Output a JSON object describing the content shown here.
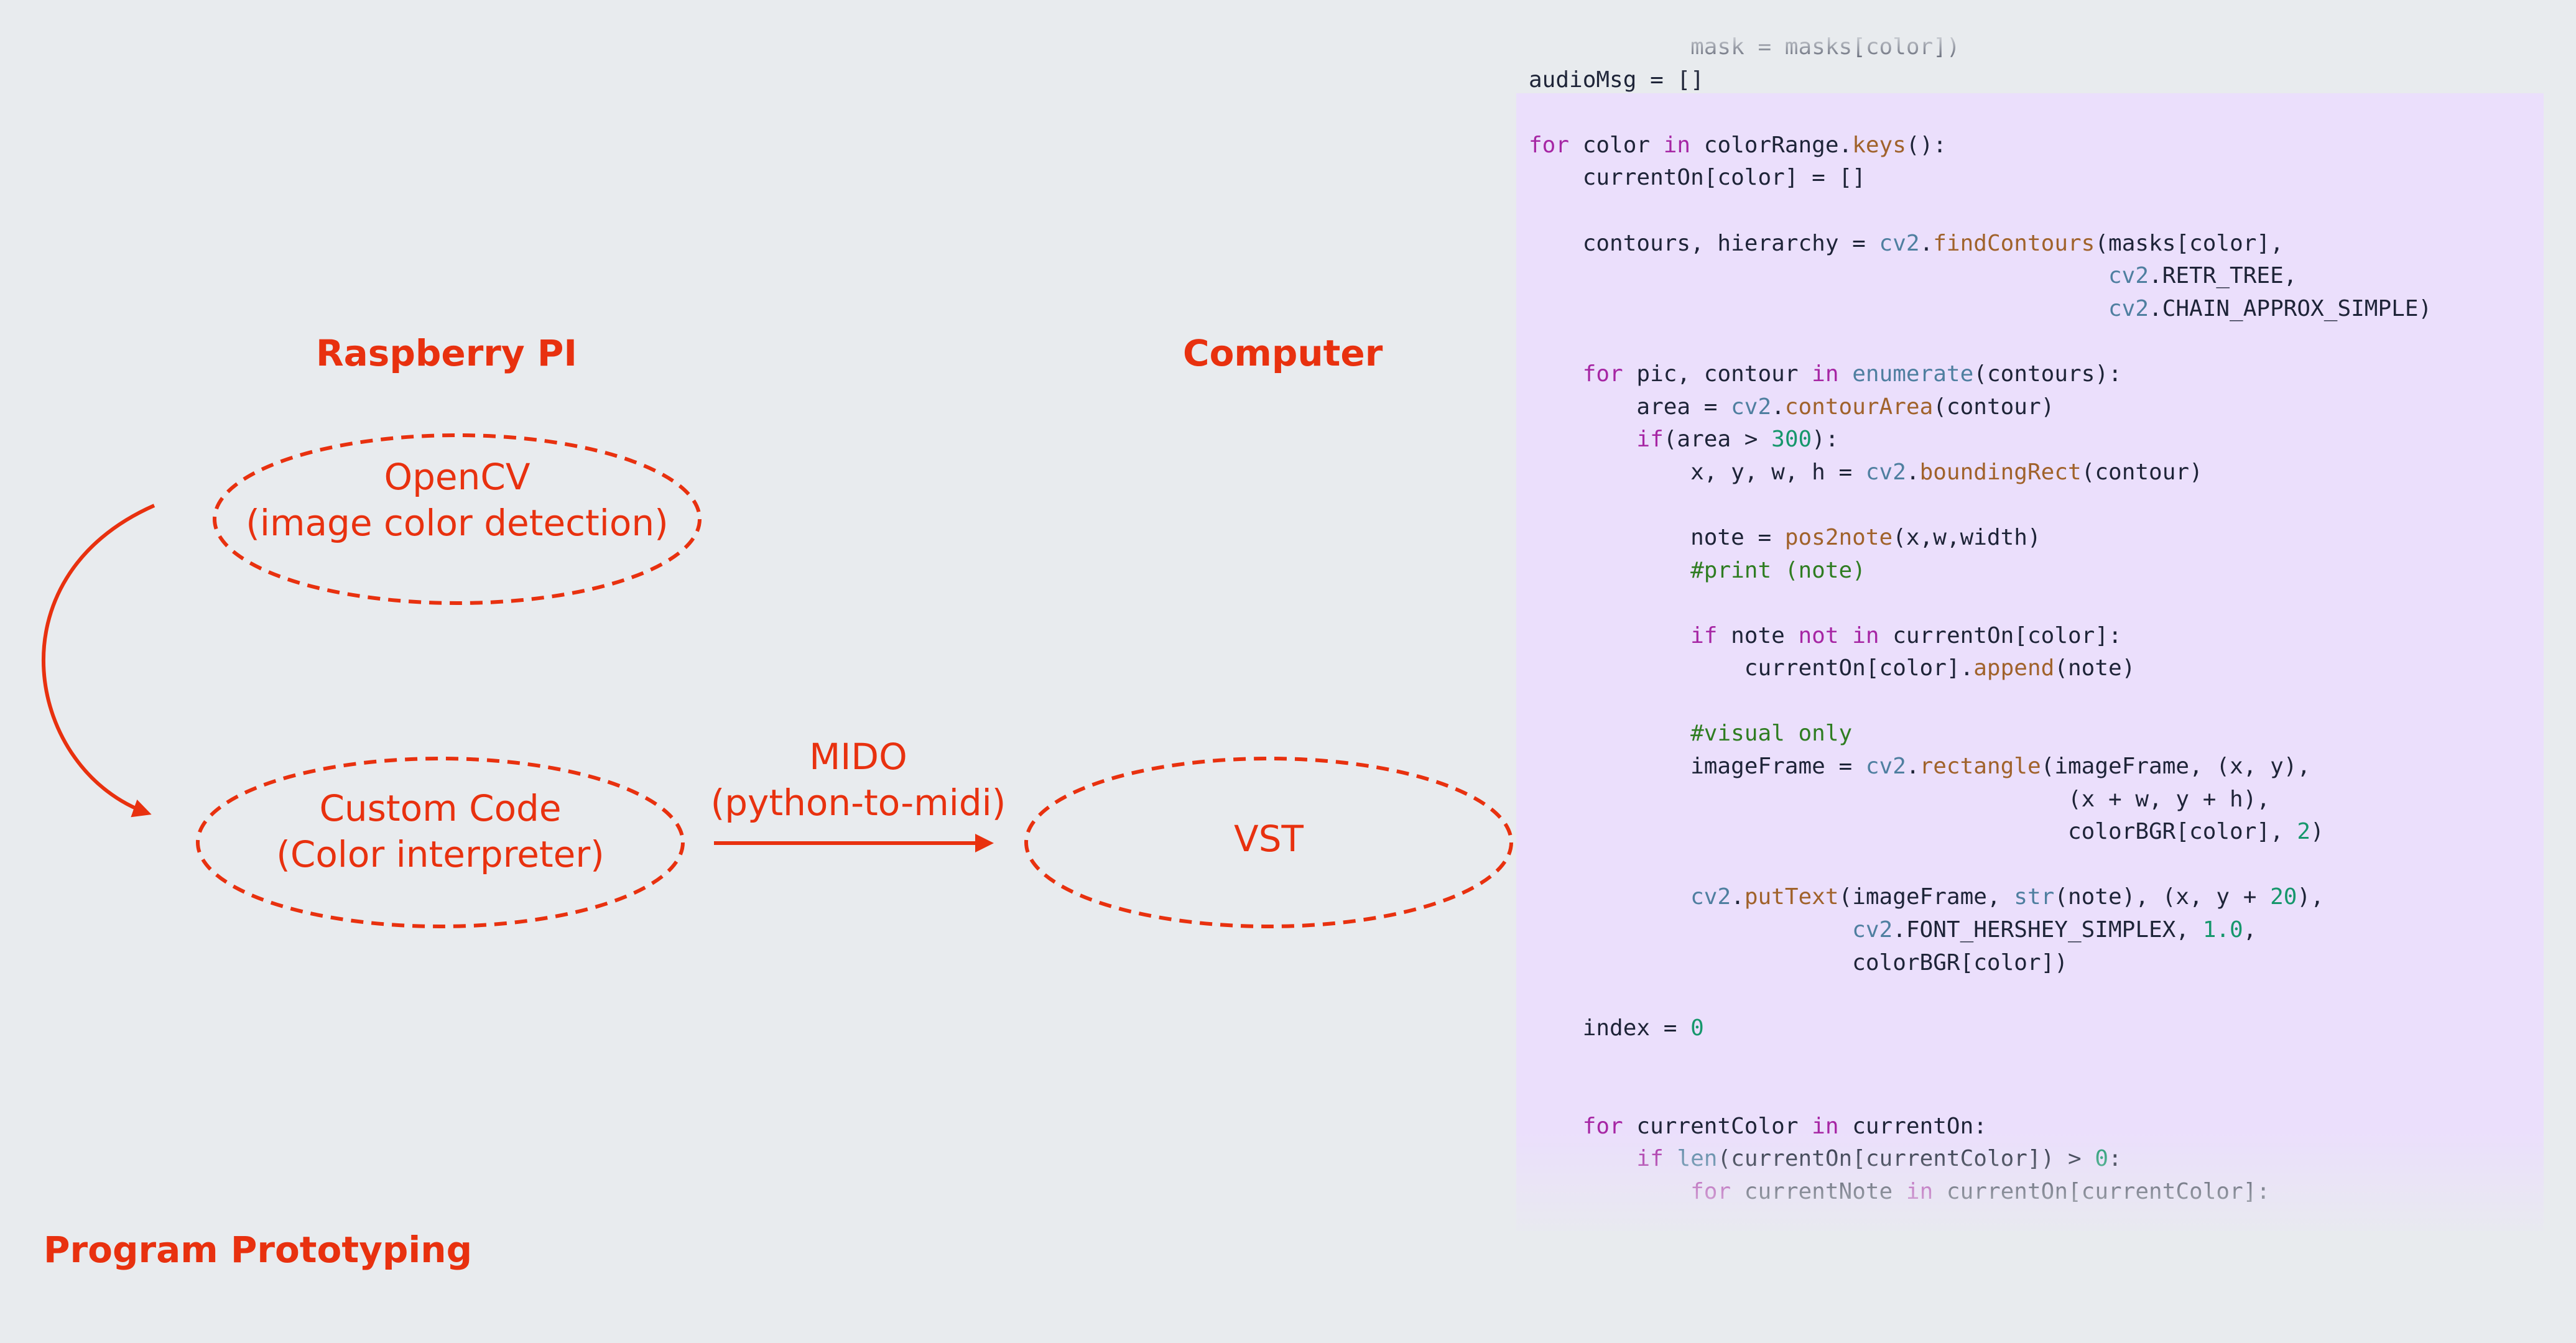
{
  "headers": {
    "raspberry_pi": "Raspberry PI",
    "computer": "Computer",
    "footer": "Program Prototyping"
  },
  "nodes": {
    "opencv": {
      "line1": "OpenCV",
      "line2": "(image color detection)"
    },
    "custom_code": {
      "line1": "Custom Code",
      "line2": "(Color interpreter)"
    },
    "vst": {
      "line1": "VST"
    }
  },
  "edges": {
    "mido": {
      "line1": "MIDO",
      "line2": "(python-to-midi)"
    }
  },
  "colors": {
    "accent": "#e8310f",
    "background": "#e8ebee",
    "code_panel": "#ebdffc"
  },
  "code": {
    "lines": [
      "            mask = masks[color])",
      "audioMsg = []",
      "",
      "for color in colorRange.keys():",
      "    currentOn[color] = []",
      "",
      "    contours, hierarchy = cv2.findContours(masks[color],",
      "                                           cv2.RETR_TREE,",
      "                                           cv2.CHAIN_APPROX_SIMPLE)",
      "",
      "    for pic, contour in enumerate(contours):",
      "        area = cv2.contourArea(contour)",
      "        if(area > 300):",
      "            x, y, w, h = cv2.boundingRect(contour)",
      "",
      "            note = pos2note(x,w,width)",
      "            #print (note)",
      "",
      "            if note not in currentOn[color]:",
      "                currentOn[color].append(note)",
      "",
      "            #visual only",
      "            imageFrame = cv2.rectangle(imageFrame, (x, y),",
      "                                        (x + w, y + h),",
      "                                        colorBGR[color], 2)",
      "",
      "            cv2.putText(imageFrame, str(note), (x, y + 20),",
      "                        cv2.FONT_HERSHEY_SIMPLEX, 1.0,",
      "                        colorBGR[color])",
      "",
      "    index = 0",
      "",
      "",
      "    for currentColor in currentOn:",
      "        if len(currentOn[currentColor]) > 0:",
      "            for currentNote in currentOn[currentColor]:"
    ]
  }
}
